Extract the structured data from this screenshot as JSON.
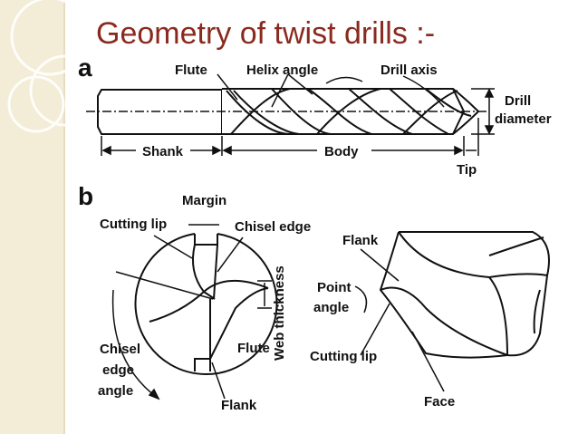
{
  "slide": {
    "title": "Geometry of twist drills :-"
  },
  "part_a": {
    "panel_label": "a",
    "labels": {
      "flute": "Flute",
      "helix_angle": "Helix angle",
      "drill_axis": "Drill axis",
      "drill": "Drill",
      "diameter": "diameter",
      "shank": "Shank",
      "body": "Body",
      "tip": "Tip"
    }
  },
  "part_b": {
    "panel_label": "b",
    "labels": {
      "margin": "Margin",
      "cutting_lip": "Cutting lip",
      "chisel_edge": "Chisel edge",
      "web_thickness": "Web thickness",
      "chisel": "Chisel",
      "edge": "edge",
      "angle": "angle",
      "flute": "Flute",
      "flank": "Flank"
    },
    "side_view_labels": {
      "flank": "Flank",
      "point": "Point",
      "angle": "angle",
      "cutting_lip": "Cutting lip",
      "face": "Face"
    }
  },
  "colors": {
    "title": "#8a2a1e",
    "sidebar": "#f3ecd6",
    "ink": "#111111"
  }
}
